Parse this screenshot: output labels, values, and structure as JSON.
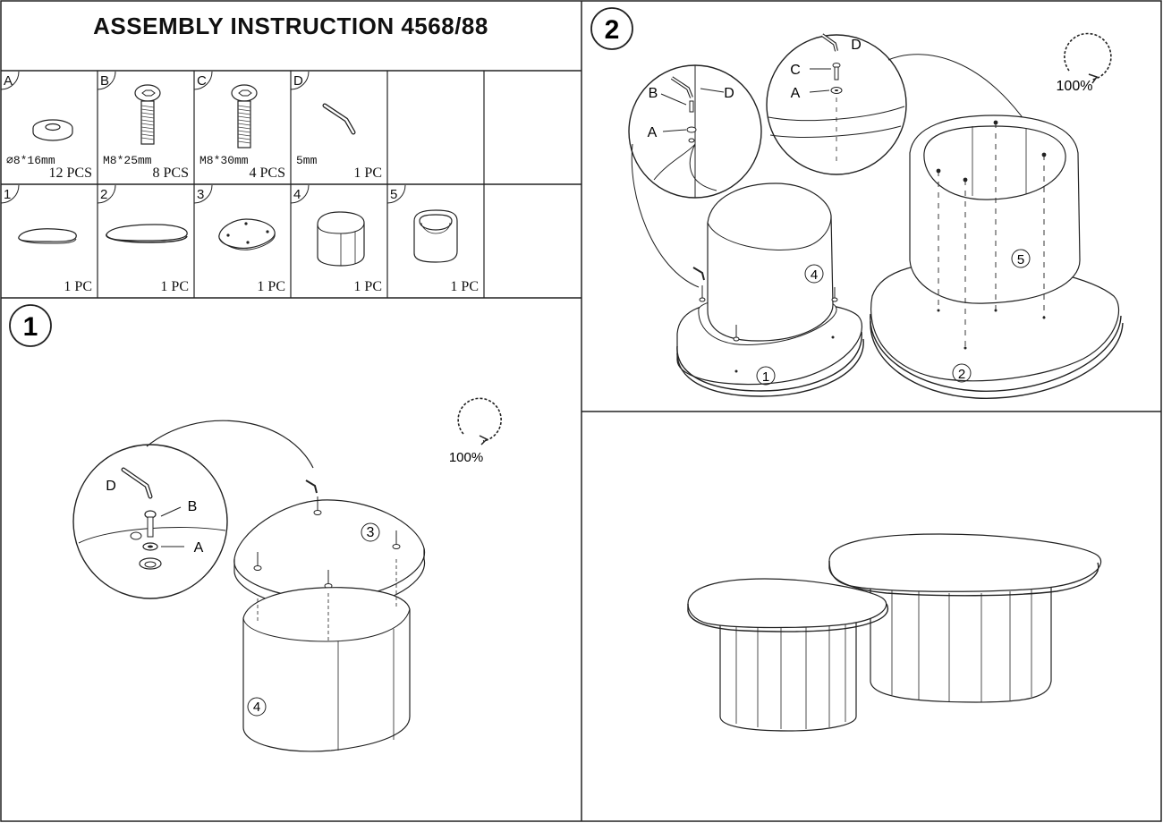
{
  "header": {
    "title": "ASSEMBLY INSTRUCTION 4568/88"
  },
  "hardware": [
    {
      "letter": "A",
      "spec": "⌀8*16mm",
      "qty": "12 PCS",
      "icon": "washer-icon"
    },
    {
      "letter": "B",
      "spec": "M8*25mm",
      "qty": "8 PCS",
      "icon": "bolt-short-icon"
    },
    {
      "letter": "C",
      "spec": "M8*30mm",
      "qty": "4 PCS",
      "icon": "bolt-long-icon"
    },
    {
      "letter": "D",
      "spec": "5mm",
      "qty": "1 PC",
      "icon": "allen-key-icon"
    }
  ],
  "parts": [
    {
      "number": "1",
      "qty": "1 PC",
      "icon": "small-tabletop-icon"
    },
    {
      "number": "2",
      "qty": "1 PC",
      "icon": "large-tabletop-icon"
    },
    {
      "number": "3",
      "qty": "1 PC",
      "icon": "mounting-plate-icon"
    },
    {
      "number": "4",
      "qty": "1 PC",
      "icon": "small-base-icon"
    },
    {
      "number": "5",
      "qty": "1 PC",
      "icon": "large-base-icon"
    }
  ],
  "step1": {
    "number": "1",
    "rotation_label": "100%",
    "labels": {
      "key": "D",
      "bolt": "B",
      "washer": "A",
      "plate": "3",
      "base": "4"
    }
  },
  "step2": {
    "number": "2",
    "rotation_label": "100%",
    "labels": {
      "left_bolt": "B",
      "left_key": "D",
      "left_washer": "A",
      "right_key": "D",
      "right_bolt": "C",
      "right_washer": "A",
      "small_base": "4",
      "large_base": "5",
      "small_top": "1",
      "large_top": "2"
    }
  }
}
